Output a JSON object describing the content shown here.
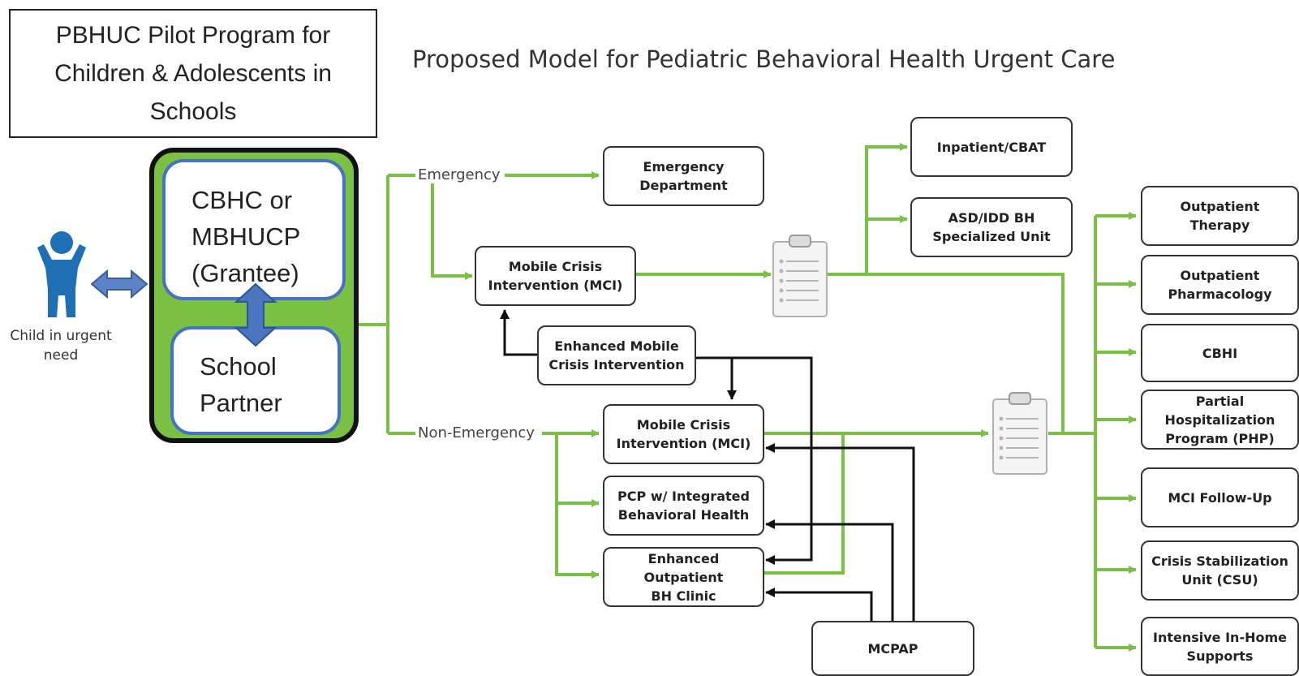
{
  "program_box": "PBHUC Pilot Program for\nChildren & Adolescents in\nSchools",
  "title": "Proposed Model for Pediatric Behavioral Health Urgent Care",
  "grantee": "CBHC or\nMBHUCP\n(Grantee)",
  "school_partner": "School\nPartner",
  "child_label": "Child in urgent\nneed",
  "labels": {
    "emergency": "Emergency",
    "non_emergency": "Non-Emergency"
  },
  "nodes": {
    "emergency_department": "Emergency\nDepartment",
    "mci_top": "Mobile Crisis\nIntervention (MCI)",
    "enhanced_mci": "Enhanced Mobile\nCrisis Intervention",
    "mci_bottom": "Mobile Crisis\nIntervention (MCI)",
    "pcp": "PCP w/ Integrated\nBehavioral Health",
    "enhanced_outpatient": "Enhanced\nOutpatient\nBH Clinic",
    "mcpap": "MCPAP",
    "inpatient": "Inpatient/CBAT",
    "asd_idd": "ASD/IDD BH\nSpecialized Unit",
    "outpatient_therapy": "Outpatient\nTherapy",
    "outpatient_pharmacology": "Outpatient\nPharmacology",
    "cbhi": "CBHI",
    "php": "Partial\nHospitalization\nProgram (PHP)",
    "mci_follow_up": "MCI Follow-Up",
    "csu": "Crisis Stabilization\nUnit (CSU)",
    "in_home": "Intensive In-Home\nSupports"
  },
  "colors": {
    "green": "#7ac143",
    "blue": "#4472c4",
    "child_blue": "#1f6fb5",
    "black": "#111111"
  }
}
